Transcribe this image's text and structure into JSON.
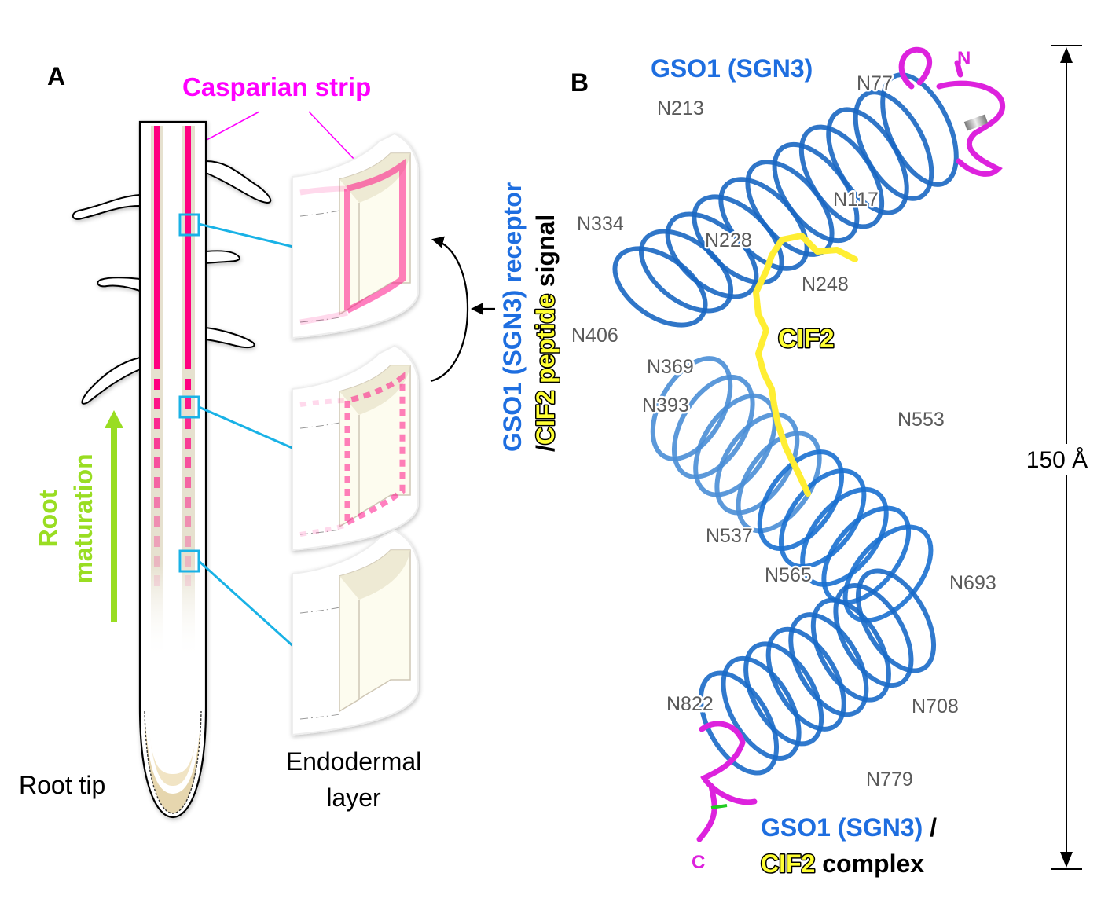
{
  "colors": {
    "casparian": "#ff0080",
    "casparian_label": "#ff00ff",
    "zoom_box": "#19b2e6",
    "maturation": "#99dd22",
    "receptor_blue": "#1e6ee0",
    "cif2_yellow": "#ffff33",
    "magenta_terminus": "#dd22dd",
    "residue_gray": "#5a5a5a",
    "stele_band": "#e6e1cf",
    "tip_cap": "#e8d8b0"
  },
  "panel_a": {
    "letter": "A",
    "casparian_label": "Casparian strip",
    "maturation_label_line1": "Root",
    "maturation_label_line2": "maturation",
    "root_tip_label": "Root tip",
    "endodermal_label_line1": "Endodermal",
    "endodermal_label_line2": "layer",
    "cell_states": [
      "continuous strip",
      "patchy strip",
      "no strip"
    ]
  },
  "signal_label": {
    "line1_blue": "GSO1 (SGN3) receptor",
    "line2_prefix": "/",
    "line2_yellow": "CIF2",
    "line2_mid": " ",
    "line2_yellow2": "peptide",
    "line2_suffix": " signal"
  },
  "panel_b": {
    "letter": "B",
    "title": "GSO1 (SGN3)",
    "n_terminus": "N",
    "c_terminus": "C",
    "peptide_label": "CIF2",
    "scale_label": "150 Å",
    "complex_line1_blue": "GSO1 (SGN3)",
    "complex_line1_suffix": " /",
    "complex_line2_yellow": "CIF2",
    "complex_line2_suffix": " complex",
    "glycosylation_sites": [
      "N77",
      "N117",
      "N213",
      "N228",
      "N248",
      "N334",
      "N369",
      "N393",
      "N406",
      "N537",
      "N553",
      "N565",
      "N693",
      "N708",
      "N779",
      "N822"
    ]
  }
}
